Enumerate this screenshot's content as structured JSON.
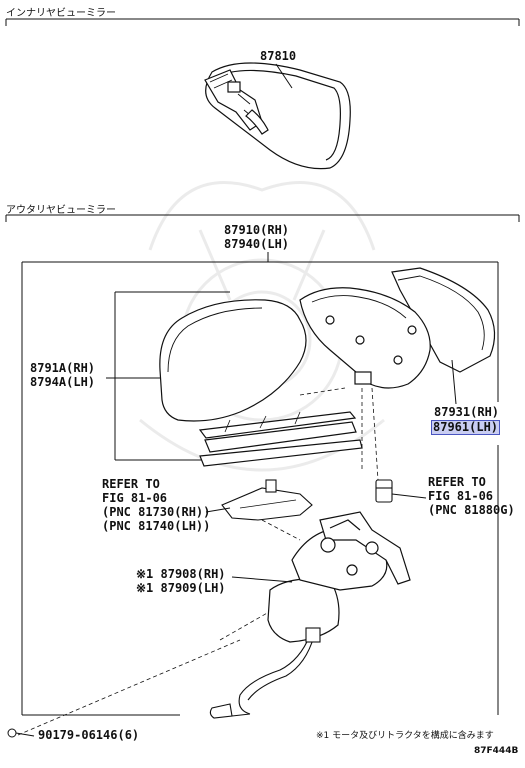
{
  "sections": {
    "inner": "インナリヤビューミラー",
    "outer": "アウタリヤビューミラー"
  },
  "labels": {
    "p87810": "87810",
    "p87910": "87910(RH)",
    "p87940": "87940(LH)",
    "p8791A": "8791A(RH)",
    "p8794A": "8794A(LH)",
    "p87931": "87931(RH)",
    "p87961": "87961(LH)",
    "refer_left_1": "REFER TO",
    "refer_left_2": "FIG 81-06",
    "refer_left_3": "(PNC 81730(RH))",
    "refer_left_4": "(PNC 81740(LH))",
    "refer_right_1": "REFER TO",
    "refer_right_2": "FIG 81-06",
    "refer_right_3": "(PNC 81880G)",
    "p87908": "※1 87908(RH)",
    "p87909": "※1 87909(LH)",
    "p90179": "90179-06146(6)"
  },
  "footnote": "※1 モータ及びリトラクタを構成に含みます",
  "figure_code": "87F444B",
  "highlight_color": "#c9cdf2"
}
